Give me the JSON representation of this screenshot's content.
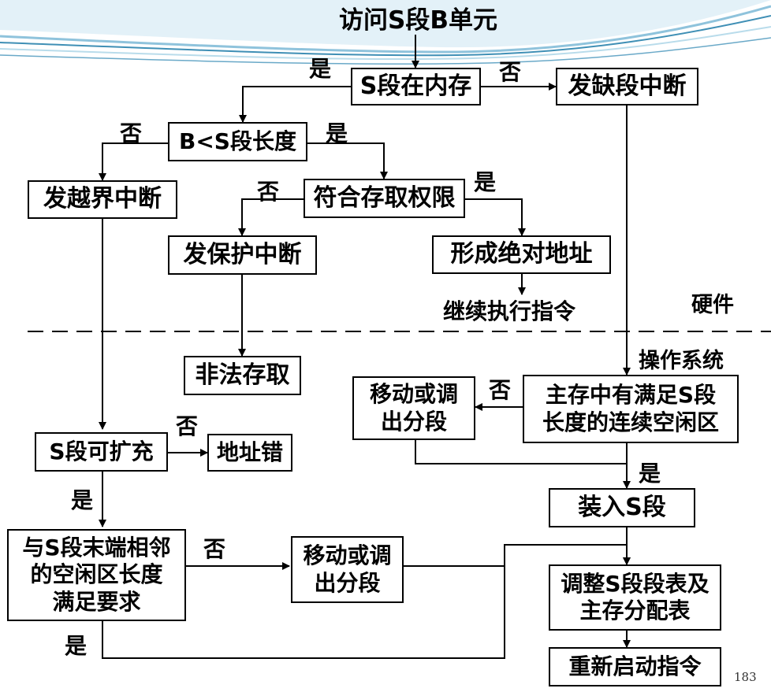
{
  "slide": {
    "title": "访问S段B单元",
    "page_number": "183"
  },
  "boxes": {
    "in_memory": "S段在内存",
    "segment_fault": "发缺段中断",
    "b_lt_len": "B<S段长度",
    "out_of_bounds": "发越界中断",
    "access_rights": "符合存取权限",
    "protection_fault": "发保护中断",
    "form_address": "形成绝对地址",
    "illegal_access": "非法存取",
    "free_space_line1": "主存中有满足S段",
    "free_space_line2": "长度的连续空闲区",
    "move_out_top_line1": "移动或调",
    "move_out_top_line2": "出分段",
    "expandable": "S段可扩充",
    "address_error": "地址错",
    "load_segment": "装入S段",
    "adjacent_free_line1": "与S段末端相邻",
    "adjacent_free_line2": "的空闲区长度",
    "adjacent_free_line3": "满足要求",
    "move_out_bottom_line1": "移动或调",
    "move_out_bottom_line2": "出分段",
    "adjust_tables_line1": "调整S段段表及",
    "adjust_tables_line2": "主存分配表",
    "restart": "重新启动指令"
  },
  "labels": {
    "continue_exec": "继续执行指令",
    "hardware": "硬件",
    "os": "操作系统",
    "yes": "是",
    "no": "否"
  },
  "colors": {
    "line": "#000000",
    "banner_light": "#cfe6f1",
    "banner_mid": "#8fc3dc",
    "banner_dark": "#3f8fb5"
  }
}
